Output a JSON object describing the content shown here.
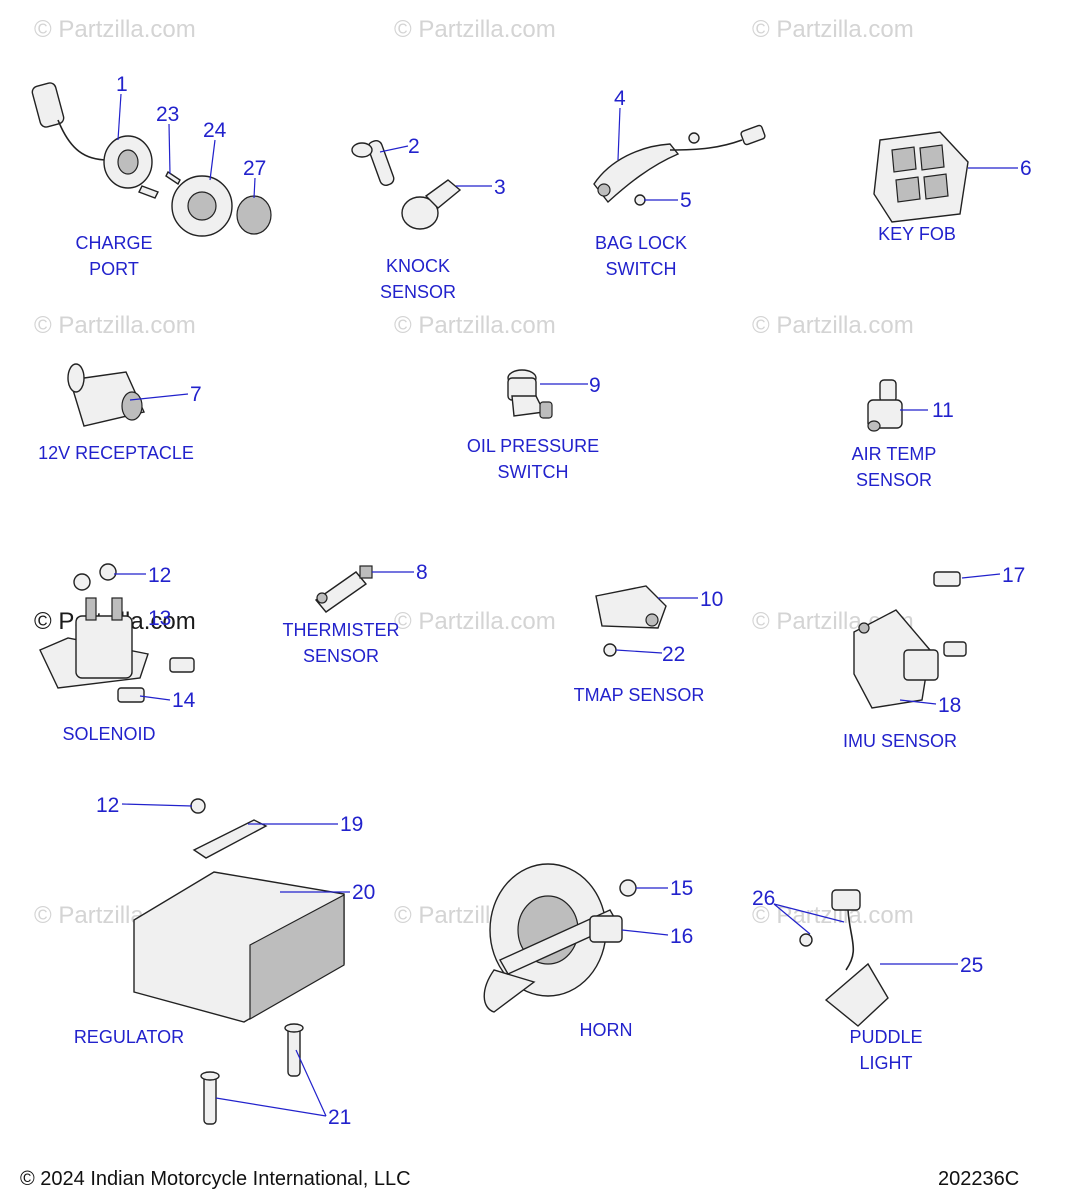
{
  "watermark_text": "© Partzilla.com",
  "part_labels": {
    "charge_port": [
      "CHARGE",
      "PORT"
    ],
    "knock_sensor": [
      "KNOCK",
      "SENSOR"
    ],
    "bag_lock_switch": [
      "BAG LOCK",
      "SWITCH"
    ],
    "key_fob": [
      "KEY FOB"
    ],
    "receptacle_12v": [
      "12V RECEPTACLE"
    ],
    "oil_pressure_switch": [
      "OIL PRESSURE",
      "SWITCH"
    ],
    "air_temp_sensor": [
      "AIR TEMP",
      "SENSOR"
    ],
    "solenoid": [
      "SOLENOID"
    ],
    "thermister_sensor": [
      "THERMISTER",
      "SENSOR"
    ],
    "tmap_sensor": [
      "TMAP SENSOR"
    ],
    "imu_sensor": [
      "IMU SENSOR"
    ],
    "regulator": [
      "REGULATOR"
    ],
    "horn": [
      "HORN"
    ],
    "puddle_light": [
      "PUDDLE",
      "LIGHT"
    ]
  },
  "callouts": {
    "c1": "1",
    "c23": "23",
    "c24": "24",
    "c27": "27",
    "c2": "2",
    "c3": "3",
    "c4": "4",
    "c5": "5",
    "c6": "6",
    "c7": "7",
    "c9": "9",
    "c11": "11",
    "c12a": "12",
    "c13": "13",
    "c14": "14",
    "c8": "8",
    "c10": "10",
    "c22": "22",
    "c17": "17",
    "c18": "18",
    "c12b": "12",
    "c19": "19",
    "c20": "20",
    "c21": "21",
    "c15": "15",
    "c16": "16",
    "c26": "26",
    "c25": "25"
  },
  "footer": {
    "copyright": "© 2024 Indian Motorcycle International, LLC",
    "diagram_code": "202236C"
  },
  "colors": {
    "callout_blue": "#2222cc",
    "line_art": "#222222",
    "watermark": "#d4d4d4"
  }
}
